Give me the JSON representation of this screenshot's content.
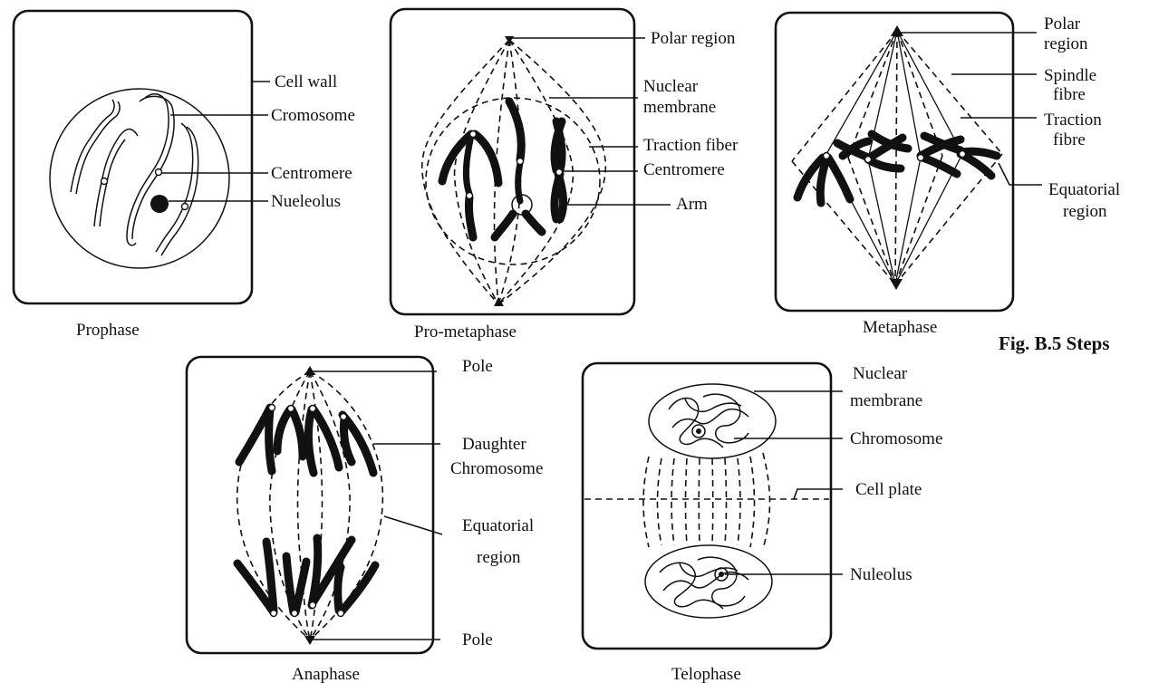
{
  "panels": {
    "prophase": {
      "caption": "Prophase",
      "labels": {
        "cell_wall": "Cell wall",
        "chromosome": "Cromosome",
        "centromere": "Centromere",
        "nucleolus": "Nueleolus"
      }
    },
    "prometaphase": {
      "caption": "Pro-metaphase",
      "labels": {
        "polar_region": "Polar region",
        "nuclear_membrane_1": "Nuclear",
        "nuclear_membrane_2": "membrane",
        "traction_fiber": "Traction fiber",
        "centromere": "Centromere",
        "arm": "Arm"
      }
    },
    "metaphase": {
      "caption": "Metaphase",
      "labels": {
        "polar_region_1": "Polar",
        "polar_region_2": "region",
        "spindle_fibre_1": "Spindle",
        "spindle_fibre_2": "fibre",
        "traction_fibre_1": "Traction",
        "traction_fibre_2": "fibre",
        "equatorial_region_1": "Equatorial",
        "equatorial_region_2": "region"
      }
    },
    "anaphase": {
      "caption": "Anaphase",
      "labels": {
        "pole_top": "Pole",
        "daughter_chromosome_1": "Daughter",
        "daughter_chromosome_2": "Chromosome",
        "equatorial_region_1": "Equatorial",
        "equatorial_region_2": "region",
        "pole_bottom": "Pole"
      }
    },
    "telophase": {
      "caption": "Telophase",
      "labels": {
        "nuclear_membrane_1": "Nuclear",
        "nuclear_membrane_2": "membrane",
        "chromosome": "Chromosome",
        "cell_plate": "Cell plate",
        "nucleolus": "Nuleolus"
      }
    }
  },
  "figure_caption_fragment": "Fig. B.5 Steps"
}
